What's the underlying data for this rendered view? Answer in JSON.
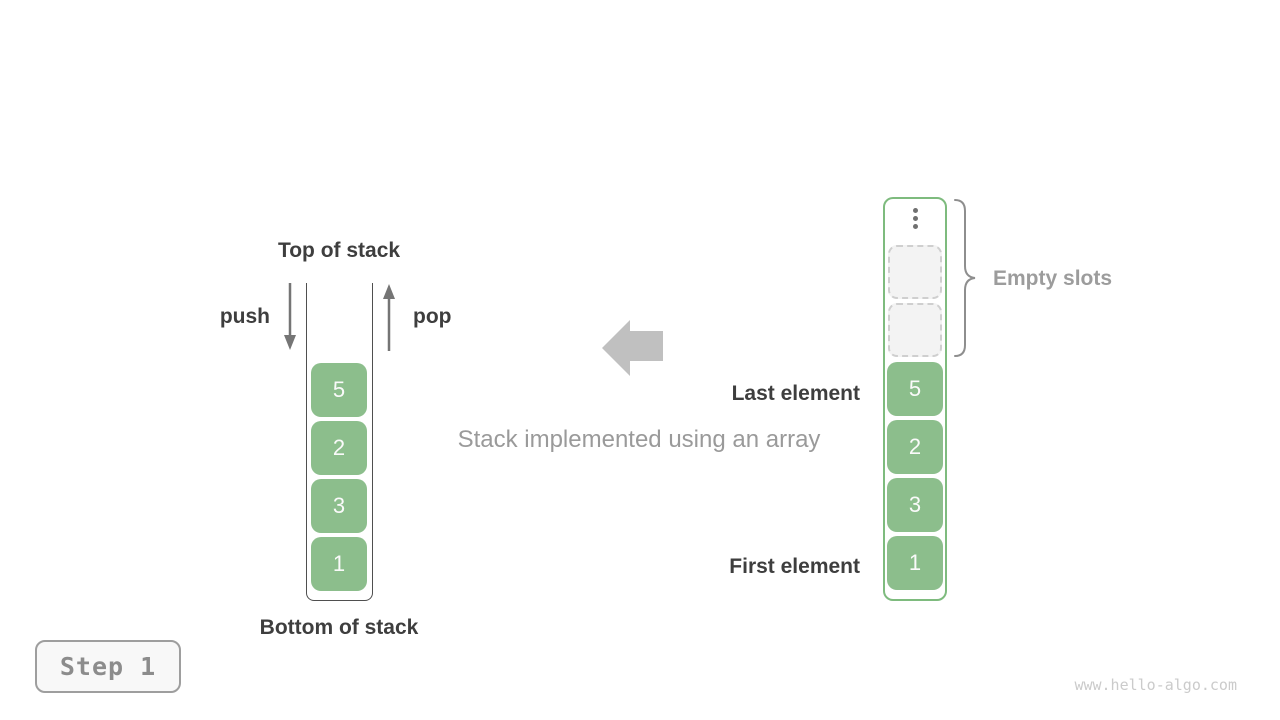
{
  "left_stack": {
    "title": "Top of stack",
    "push_label": "push",
    "pop_label": "pop",
    "bottom_label": "Bottom of stack",
    "items": [
      "5",
      "2",
      "3",
      "1"
    ]
  },
  "center": {
    "caption": "Stack implemented using an array"
  },
  "array_stack": {
    "empty_slots_label": "Empty slots",
    "last_element_label": "Last element",
    "first_element_label": "First element",
    "empty_slot_count": 2,
    "items": [
      "5",
      "2",
      "3",
      "1"
    ]
  },
  "footer": {
    "step_label": "Step 1",
    "watermark": "www.hello-algo.com"
  },
  "colors": {
    "box_green": "#8cbe8c",
    "container_green": "#7ebb7e",
    "dark_text": "#3e3e3e",
    "gray_text": "#9c9c9c",
    "arrow_gray": "#757575",
    "block_arrow_gray": "#c0c0c0",
    "slot_fill": "#f3f3f3",
    "slot_border": "#cfcfcf",
    "stack_wall": "#4f4f4f",
    "step_text": "#8c8c8c",
    "watermark_gray": "#cbcbcb"
  }
}
